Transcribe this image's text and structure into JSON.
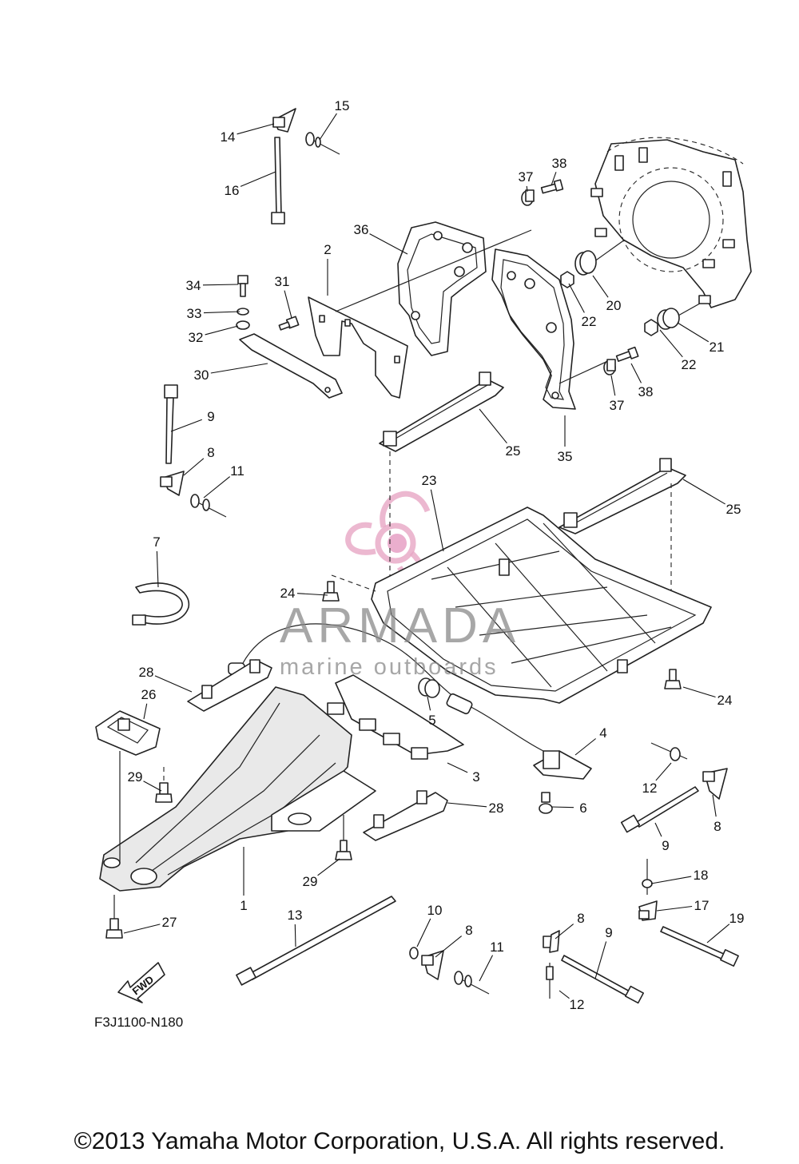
{
  "diagram_code": "F3J1100-N180",
  "fwd_label": "FWD",
  "watermark": {
    "brand": "ARMADA",
    "tagline": "marine outboards"
  },
  "copyright": "©2013 Yamaha Motor Corporation, U.S.A. All rights reserved.",
  "callouts": [
    "14",
    "15",
    "16",
    "37",
    "38",
    "36",
    "2",
    "34",
    "31",
    "33",
    "32",
    "30",
    "9",
    "8",
    "11",
    "22",
    "20",
    "22",
    "21",
    "37",
    "38",
    "25",
    "35",
    "23",
    "25",
    "7",
    "24",
    "28",
    "26",
    "5",
    "4",
    "24",
    "29",
    "3",
    "28",
    "6",
    "12",
    "8",
    "9",
    "29",
    "1",
    "18",
    "17",
    "10",
    "8",
    "11",
    "8",
    "9",
    "19",
    "13",
    "27",
    "12"
  ]
}
